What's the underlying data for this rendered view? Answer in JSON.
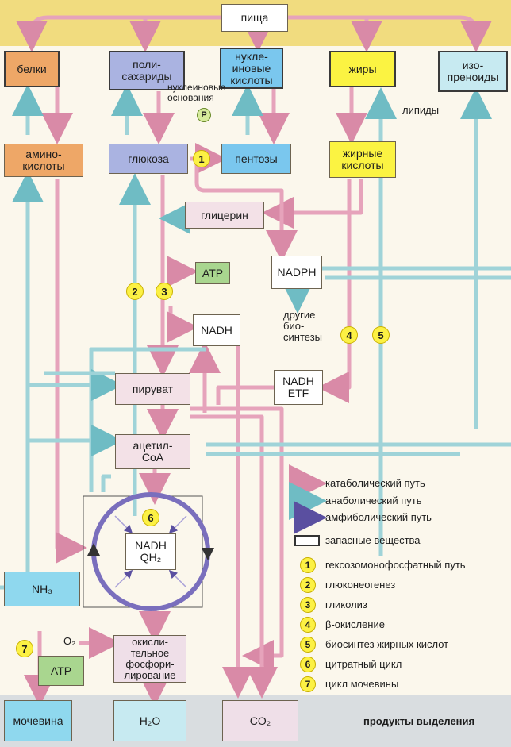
{
  "boxes": {
    "food": "пища",
    "proteins": "белки",
    "polysaccharides": "поли-\nсахариды",
    "nucleic_acids": "нукле-\nиновые\nкислоты",
    "fats": "жиры",
    "isoprenoids": "изо-\nпреноиды",
    "amino_acids": "амино-\nкислоты",
    "glucose": "глюкоза",
    "pentoses": "пентозы",
    "fatty_acids": "жирные\nкислоты",
    "glycerol": "глицерин",
    "atp_top": "ATP",
    "nadph": "NADPH",
    "nadh": "NADH",
    "pyruvate": "пируват",
    "nadh_etf": "NADH\nETF",
    "acetyl_coa": "ацетил-\nCoA",
    "nadh_qh2": "NADH\nQH₂",
    "nh3": "NH₃",
    "oxphos": "окисли-\nтельное\nфосфори-\nлирование",
    "atp_bottom": "ATP",
    "urea": "мочевина",
    "water": "H₂O",
    "co2": "CO₂"
  },
  "labels": {
    "nucleobases": "нуклеиновые\nоснования",
    "phosphate": "P",
    "lipids": "липиды",
    "other_biosyntheses": "другие\nбио-\nсинтезы",
    "o2": "O₂",
    "excretion_products": "продукты выделения"
  },
  "markers": {
    "m1": "1",
    "m2": "2",
    "m3": "3",
    "m4": "4",
    "m5": "5",
    "m6": "6",
    "m7": "7"
  },
  "legend": {
    "catabolic": "катаболический путь",
    "anabolic": "анаболический путь",
    "amphibolic": "амфиболический путь",
    "storage": "запасные вещества",
    "pathways": [
      {
        "num": "1",
        "text": "гексозомонофосфатный путь"
      },
      {
        "num": "2",
        "text": "глюконеогенез"
      },
      {
        "num": "3",
        "text": "гликолиз"
      },
      {
        "num": "4",
        "text": "β-окисление"
      },
      {
        "num": "5",
        "text": "биосинтез жирных кислот"
      },
      {
        "num": "6",
        "text": "цитратный цикл"
      },
      {
        "num": "7",
        "text": "цикл мочевины"
      }
    ]
  },
  "colors": {
    "catabolic": "#e9a5bd",
    "anabolic": "#9fd3d8",
    "amphibolic": "#8a7fc4",
    "top_band": "#f1dc7f",
    "bottom_band": "#d9dde0"
  }
}
